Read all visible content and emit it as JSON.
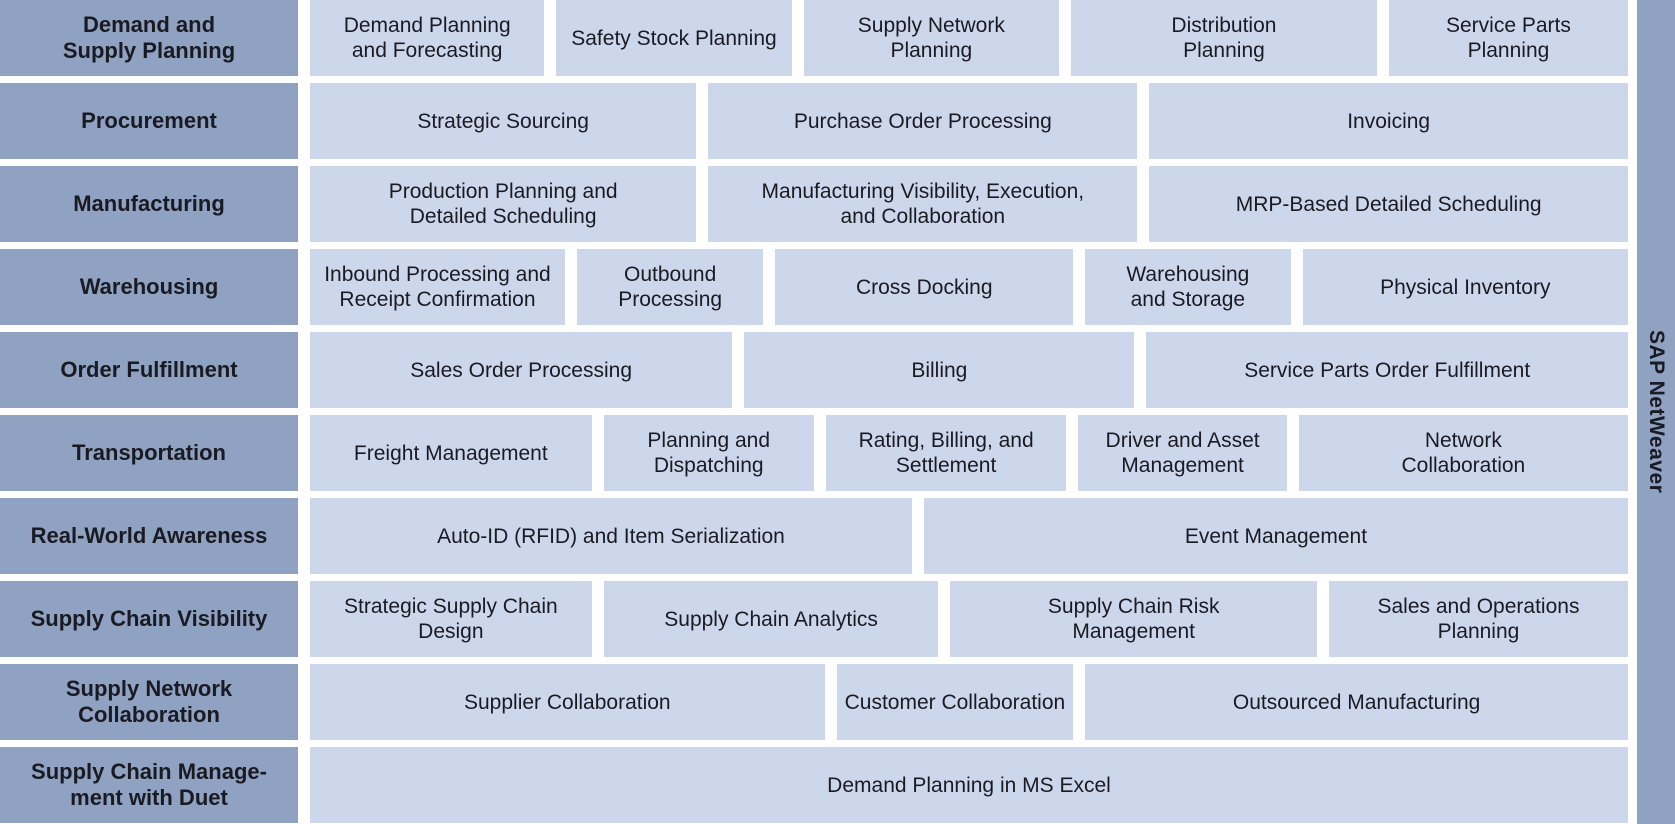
{
  "diagram": {
    "netweaver_label": "SAP NetWeaver",
    "colors": {
      "header_fill": "#8fa2c2",
      "cell_fill": "#cdd7ec",
      "text": "#1a1a23",
      "background": "#ffffff"
    },
    "rows": [
      {
        "header": "Demand and\nSupply Planning",
        "cells": [
          {
            "label": "Demand Planning\nand Forecasting"
          },
          {
            "label": "Safety Stock Planning"
          },
          {
            "label": "Supply Network\nPlanning"
          },
          {
            "label": "Distribution\nPlanning"
          },
          {
            "label": "Service Parts\nPlanning"
          }
        ]
      },
      {
        "header": "Procurement",
        "cells": [
          {
            "label": "Strategic Sourcing"
          },
          {
            "label": "Purchase Order Processing"
          },
          {
            "label": "Invoicing"
          }
        ]
      },
      {
        "header": "Manufacturing",
        "cells": [
          {
            "label": "Production Planning and\nDetailed Scheduling"
          },
          {
            "label": "Manufacturing Visibility, Execution,\nand Collaboration"
          },
          {
            "label": "MRP-Based Detailed Scheduling"
          }
        ]
      },
      {
        "header": "Warehousing",
        "cells": [
          {
            "label": "Inbound Processing and\nReceipt Confirmation"
          },
          {
            "label": "Outbound\nProcessing"
          },
          {
            "label": "Cross Docking"
          },
          {
            "label": "Warehousing\nand Storage"
          },
          {
            "label": "Physical Inventory"
          }
        ]
      },
      {
        "header": "Order Fulfillment",
        "cells": [
          {
            "label": "Sales Order Processing"
          },
          {
            "label": "Billing"
          },
          {
            "label": "Service Parts Order Fulfillment"
          }
        ]
      },
      {
        "header": "Transportation",
        "cells": [
          {
            "label": "Freight Management"
          },
          {
            "label": "Planning and\nDispatching"
          },
          {
            "label": "Rating, Billing, and\nSettlement"
          },
          {
            "label": "Driver and Asset\nManagement"
          },
          {
            "label": "Network\nCollaboration"
          }
        ]
      },
      {
        "header": "Real-World Awareness",
        "cells": [
          {
            "label": "Auto-ID (RFID) and Item Serialization"
          },
          {
            "label": "Event Management"
          }
        ]
      },
      {
        "header": "Supply Chain Visibility",
        "cells": [
          {
            "label": "Strategic Supply Chain\nDesign"
          },
          {
            "label": "Supply Chain Analytics"
          },
          {
            "label": "Supply Chain Risk\nManagement"
          },
          {
            "label": "Sales and Operations\nPlanning"
          }
        ]
      },
      {
        "header": "Supply Network\nCollaboration",
        "cells": [
          {
            "label": "Supplier Collaboration"
          },
          {
            "label": "Customer Collaboration"
          },
          {
            "label": "Outsourced Manufacturing"
          }
        ]
      },
      {
        "header": "Supply Chain Manage-\nment with Duet",
        "cells": [
          {
            "label": "Demand Planning in MS Excel"
          }
        ]
      }
    ]
  }
}
